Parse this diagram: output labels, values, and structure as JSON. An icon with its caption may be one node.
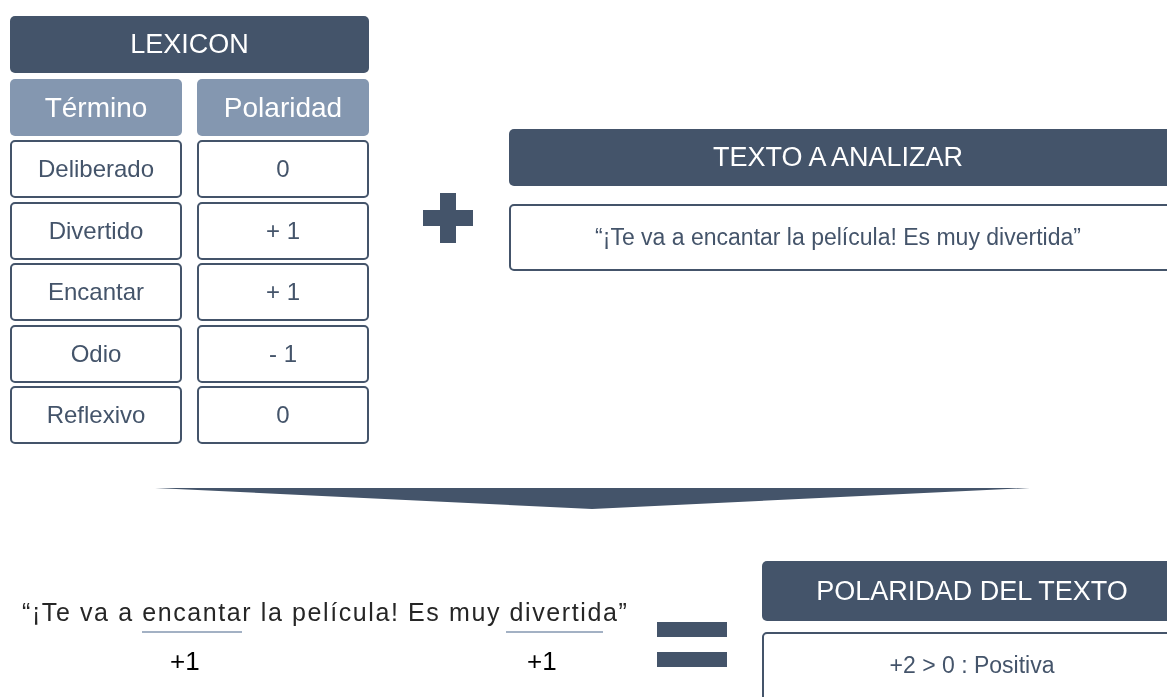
{
  "diagram": {
    "nodes": [
      {
        "text": [
          "LEXICON"
        ]
      },
      {
        "text": [
          "Término"
        ]
      },
      {
        "text": [
          "Polaridad"
        ]
      },
      {
        "text": [
          "Deliberado"
        ]
      },
      {
        "text": [
          "0"
        ]
      },
      {
        "text": [
          "Divertido"
        ]
      },
      {
        "text": [
          "+ 1"
        ]
      },
      {
        "text": [
          "Encantar"
        ]
      },
      {
        "text": [
          "+ 1"
        ]
      },
      {
        "text": [
          "Odio"
        ]
      },
      {
        "text": [
          "- 1"
        ]
      },
      {
        "text": [
          "Reflexivo"
        ]
      },
      {
        "text": [
          "0"
        ]
      },
      {
        "text": [
          "TEXTO A ANALIZAR"
        ]
      },
      {
        "text": [
          "“¡Te va a encantar la película! Es muy divertida”"
        ]
      },
      {
        "text": [
          "POLARIDAD DEL TEXTO"
        ]
      },
      {
        "text": [
          "+2 > 0 : Positiva"
        ]
      }
    ],
    "labels": [
      "“¡Te va a encantar la película! Es muy divertida”",
      "+1",
      "+1"
    ]
  }
}
